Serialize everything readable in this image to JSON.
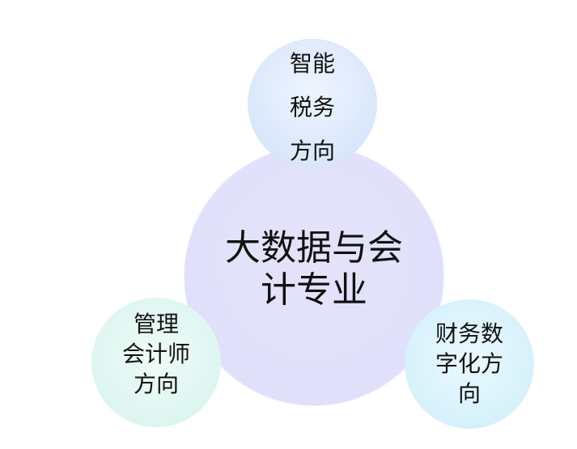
{
  "diagram": {
    "center": {
      "text": "大数据与会\n计专业",
      "color": "#e1e1fb"
    },
    "nodes": [
      {
        "id": "top",
        "text": "智能\n税务\n方向",
        "color": "#d9e7fb"
      },
      {
        "id": "left",
        "text": "管理\n会计师\n方向",
        "color": "#ddf5f0"
      },
      {
        "id": "right",
        "text": "财务数\n字化方\n向",
        "color": "#d6f1fb"
      }
    ]
  }
}
